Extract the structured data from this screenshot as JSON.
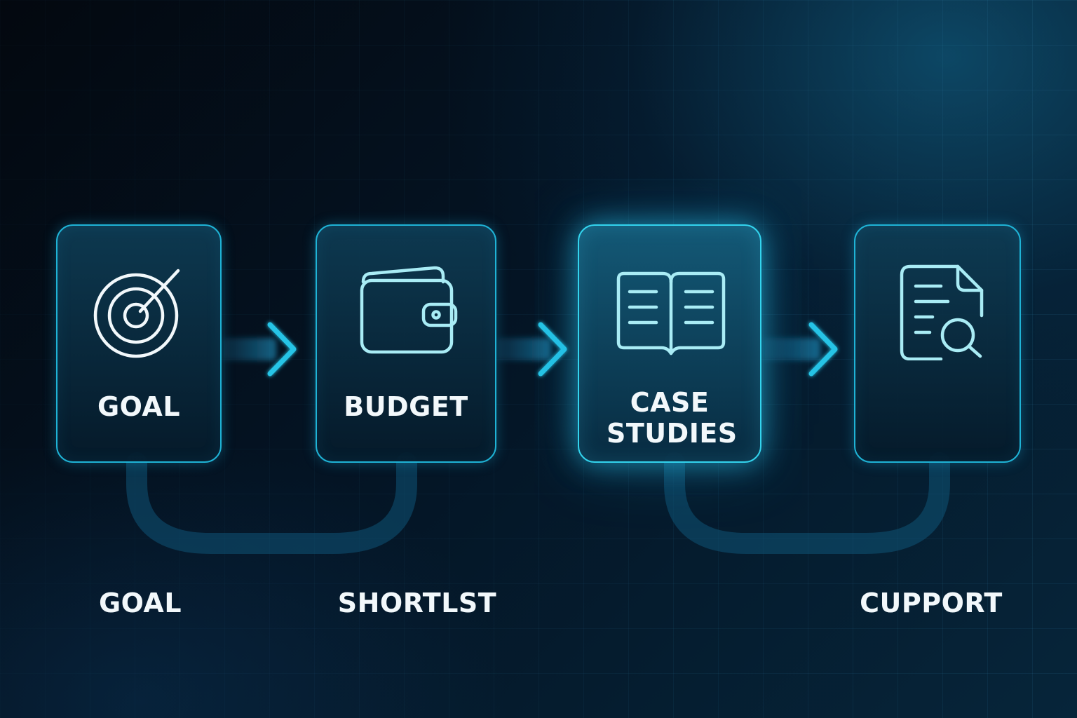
{
  "steps": [
    {
      "label": "GOAL",
      "icon": "target-icon"
    },
    {
      "label": "BUDGET",
      "icon": "wallet-icon"
    },
    {
      "label": "CASE STUDIES",
      "icon": "open-book-icon",
      "active": true
    },
    {
      "label": "",
      "icon": "document-search-icon"
    }
  ],
  "bottom_labels": [
    "GOAL",
    "SHORTLST",
    "CUPPORT"
  ],
  "colors": {
    "accent": "#1fb3d6",
    "accent_bright": "#33d4ee",
    "icon_stroke": "#a9ecf5",
    "text": "#f2f8fb",
    "background": "#03080f"
  }
}
